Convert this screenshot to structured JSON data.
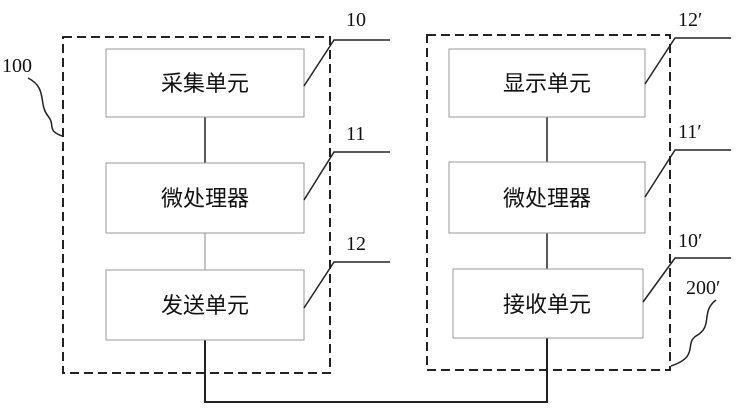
{
  "device_left": {
    "ref": "100",
    "units": [
      {
        "label": "采集单元",
        "ref": "10"
      },
      {
        "label": "微处理器",
        "ref": "11"
      },
      {
        "label": "发送单元",
        "ref": "12"
      }
    ]
  },
  "device_right": {
    "ref": "200′",
    "units": [
      {
        "label": "显示单元",
        "ref": "12′"
      },
      {
        "label": "微处理器",
        "ref": "11′"
      },
      {
        "label": "接收单元",
        "ref": "10′"
      }
    ]
  }
}
